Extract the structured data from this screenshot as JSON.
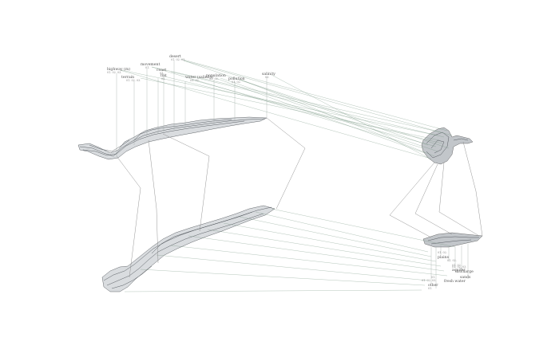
{
  "labels_top": [
    {
      "text": "highway (m)",
      "sub": "01. 02. 03."
    },
    {
      "text": "terrain",
      "sub": "01. 02. 03."
    },
    {
      "text": "movement",
      "sub": "01."
    },
    {
      "text": "flat",
      "sub": "02."
    },
    {
      "text": "coast",
      "sub": "01."
    },
    {
      "text": "water (salinity)",
      "sub": "01. 02."
    },
    {
      "text": "desert",
      "sub": "01. 02. 03."
    },
    {
      "text": "population",
      "sub": "01. 02."
    },
    {
      "text": "pollution",
      "sub": "01. 02."
    },
    {
      "text": "salinity",
      "sub": "03."
    }
  ],
  "labels_bottom": [
    {
      "text": "",
      "sub": "01. 02."
    },
    {
      "text": "plains",
      "sub": "01. 02."
    },
    {
      "text": "",
      "sub": "01. 02."
    },
    {
      "text": "aquifer",
      "sub": "01. 02. 03."
    },
    {
      "text": "discharge",
      "sub": ""
    },
    {
      "text": "sands",
      "sub": "01."
    },
    {
      "text": "fresh water",
      "sub": "01. 02. 03."
    },
    {
      "text": "other",
      "sub": "01."
    }
  ]
}
